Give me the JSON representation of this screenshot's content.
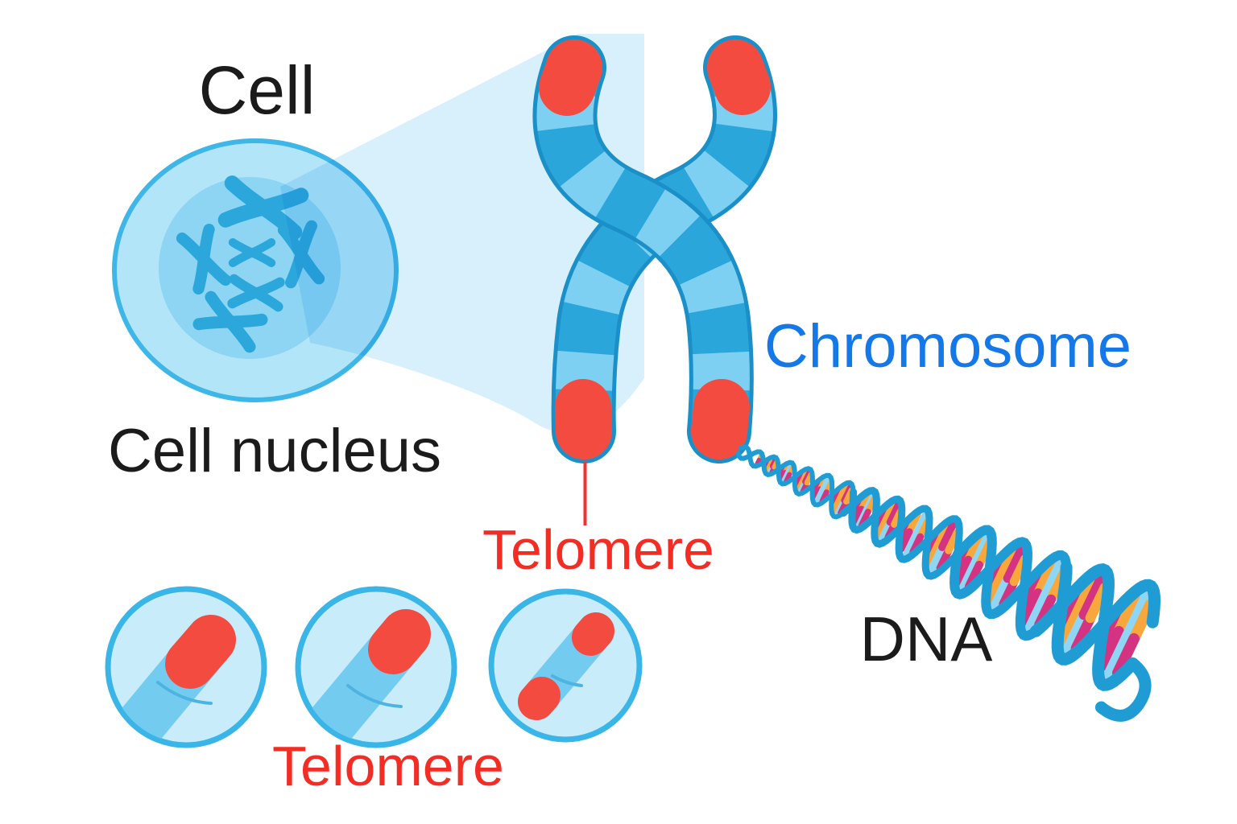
{
  "diagram": {
    "labels": {
      "cell": "Cell",
      "cell_nucleus": "Cell nucleus",
      "chromosome": "Chromosome",
      "telomere_callout": "Telomere",
      "telomere_stages": "Telomere",
      "dna": "DNA"
    },
    "colors": {
      "label_black": "#1b1b1b",
      "label_blue": "#1578e8",
      "label_red": "#f32d24",
      "leader_red": "#f3322a",
      "cell_membrane": "#3eb6e8",
      "cell_cytoplasm": "#b3e5f8",
      "nucleus_fill": "#8dd5f3",
      "mini_chromosome": "#2ca7db",
      "beam": "#d7f0fc",
      "chromosome_outline": "#1b90c8",
      "chromosome_dark": "#2aa6db",
      "chromosome_light": "#7dd0f2",
      "telomere_cap": "#f44b40",
      "circle_fill": "#c9ecfa",
      "circle_border": "#3ab5e8",
      "arm_fill": "#74cbf0",
      "arm_divider": "#4db4e2",
      "dna_strand": "#1f9cd4",
      "dna_rung_orange": "#f8a73c",
      "dna_rung_magenta": "#d43382",
      "dna_rung_lightblue": "#8fd6f5"
    }
  }
}
